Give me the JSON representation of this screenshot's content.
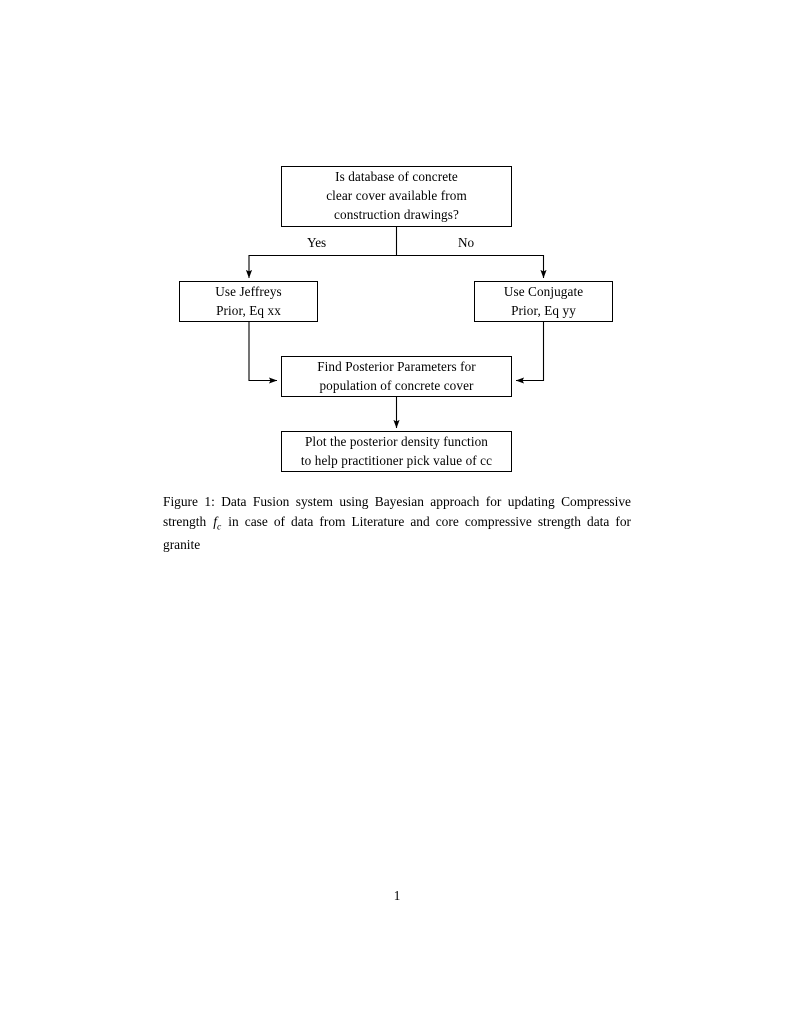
{
  "document": {
    "page_number": "1"
  },
  "figure": {
    "nodes": {
      "decision": {
        "line1": "Is database of concrete",
        "line2": "clear cover available from",
        "line3": "construction drawings?"
      },
      "jeffreys": {
        "line1": "Use Jeffreys",
        "line2": "Prior, Eq xx"
      },
      "conjugate": {
        "line1": "Use Conjugate",
        "line2": "Prior, Eq yy"
      },
      "posterior": {
        "line1": "Find Posterior Parameters for",
        "line2": "population of concrete cover"
      },
      "plot": {
        "line1": "Plot the posterior density function",
        "line2": "to help practitioner pick value of cc"
      }
    },
    "edge_labels": {
      "yes": "Yes",
      "no": "No"
    },
    "line_color": "#000000"
  },
  "caption": {
    "label": "Figure 1:",
    "text_before_math": "Data Fusion system using Bayesian approach for updating Compressive strength",
    "math_base": "f",
    "math_sub": "c",
    "text_after_math": "in case of data from Literature and core compressive strength data for granite"
  }
}
